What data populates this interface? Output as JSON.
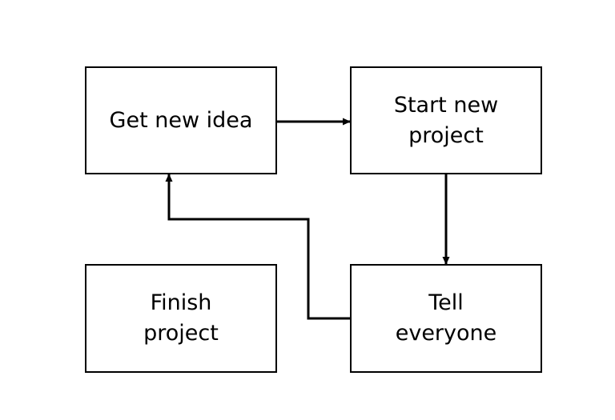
{
  "diagram": {
    "nodes": {
      "get_new_idea": {
        "label": "Get new idea"
      },
      "start_new_project": {
        "label": "Start new\nproject"
      },
      "finish_project": {
        "label": "Finish\nproject"
      },
      "tell_everyone": {
        "label": "Tell\neveryone"
      }
    },
    "edges": [
      {
        "from": "Get new idea",
        "to": "Start new project"
      },
      {
        "from": "Start new project",
        "to": "Tell everyone"
      },
      {
        "from": "Tell everyone",
        "to": "Get new idea"
      }
    ],
    "colors": {
      "stroke": "#000000",
      "background": "#ffffff"
    }
  }
}
